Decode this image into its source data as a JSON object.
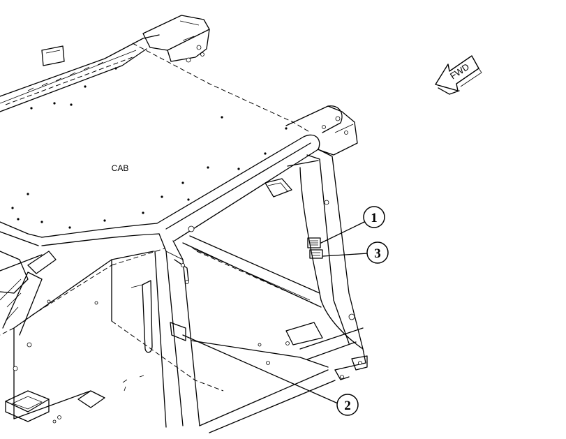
{
  "cab_label": "CAB",
  "direction_label": "FWD",
  "callouts": [
    {
      "id": "callout-1",
      "number": "1"
    },
    {
      "id": "callout-2",
      "number": "2"
    },
    {
      "id": "callout-3",
      "number": "3"
    }
  ]
}
